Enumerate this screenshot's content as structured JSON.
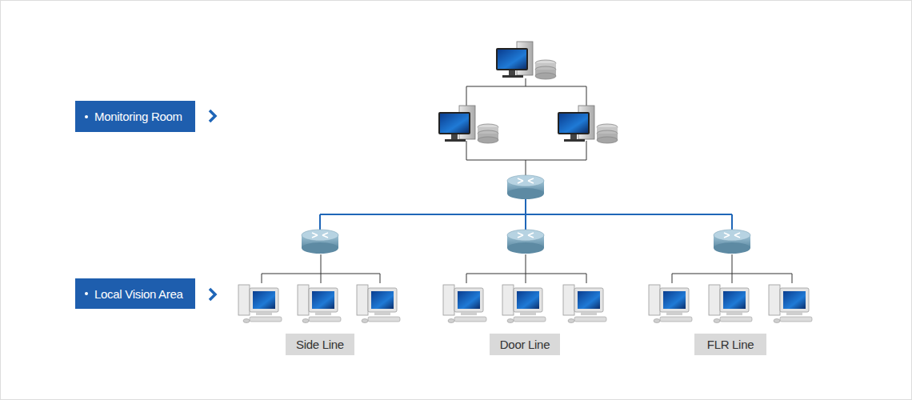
{
  "diagram": {
    "nodes": [
      {
        "text": [
          "Monitoring Room"
        ]
      },
      {
        "text": [
          "Local Vision Area"
        ]
      },
      {
        "text": [
          "Side Line"
        ]
      },
      {
        "text": [
          "Door Line"
        ]
      },
      {
        "text": [
          "FLR Line"
        ]
      }
    ]
  }
}
